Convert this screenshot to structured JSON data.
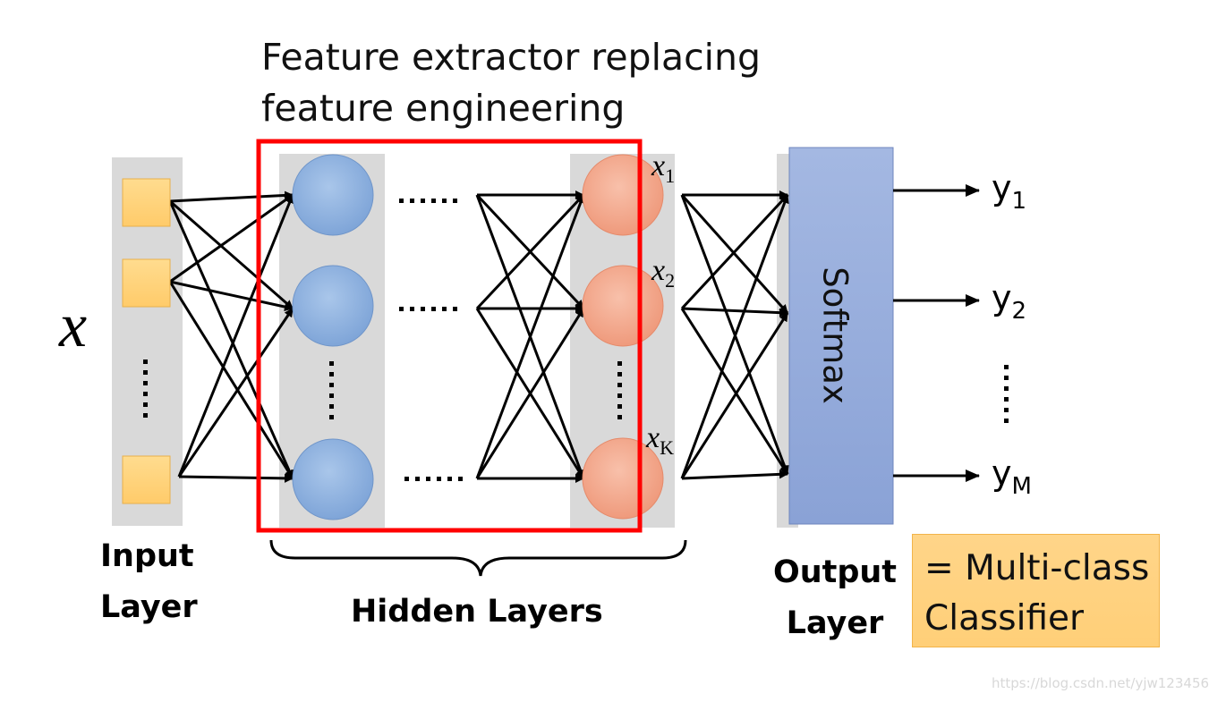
{
  "title": {
    "line1": "Feature extractor replacing",
    "line2": "feature engineering"
  },
  "input_var": "x",
  "feature_labels": [
    {
      "base": "x",
      "sub": "1"
    },
    {
      "base": "x",
      "sub": "2"
    },
    {
      "base": "x",
      "sub": "K"
    }
  ],
  "dots": {
    "horizontal": "......",
    "vertical": "......"
  },
  "softmax": "Softmax",
  "outputs": [
    {
      "base": "y",
      "sub": "1"
    },
    {
      "base": "y",
      "sub": "2"
    },
    {
      "base": "y",
      "sub": "M"
    }
  ],
  "layer_labels": {
    "input_line1": "Input",
    "input_line2": "Layer",
    "hidden": "Hidden Layers",
    "output_line1": "Output",
    "output_line2": "Layer"
  },
  "classifier": {
    "line1": "= Multi-class",
    "line2": "Classifier"
  },
  "watermark": "https://blog.csdn.net/yjw123456",
  "colors": {
    "input_node": "#ffd27a",
    "hidden_node": "#8fb3df",
    "last_hidden_node": "#f4a88c",
    "softmax": "#93a9d9",
    "highlight_box": "#ff0000",
    "column_bg": "#d9d9d9"
  }
}
